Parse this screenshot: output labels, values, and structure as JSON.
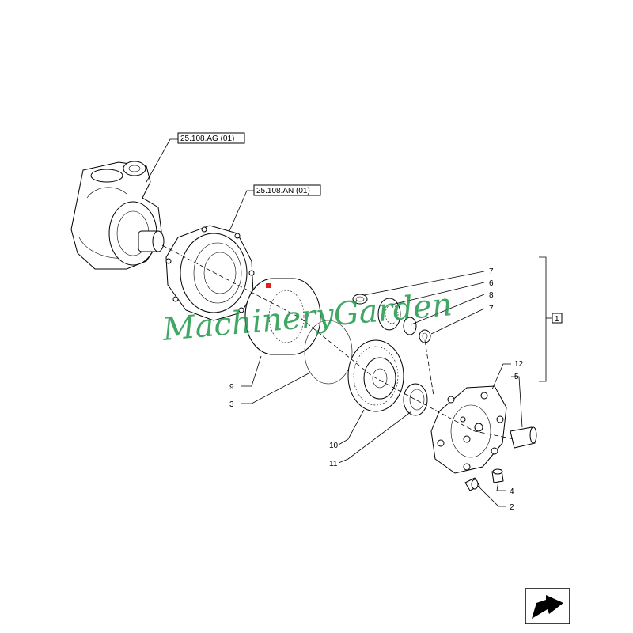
{
  "references": [
    {
      "label": "25.108.AG (01)"
    },
    {
      "label": "25.108.AN (01)"
    }
  ],
  "callouts": [
    "7",
    "6",
    "8",
    "7",
    "12",
    "5",
    "9",
    "3",
    "10",
    "11",
    "4",
    "2"
  ],
  "group_bracket_label": "1",
  "watermark": "MachineryGarden",
  "colors": {
    "watermark": "#1f9a4a",
    "marker": "#e0201b",
    "line": "#000000"
  },
  "nav_icon": "exploded-view-arrow-icon"
}
